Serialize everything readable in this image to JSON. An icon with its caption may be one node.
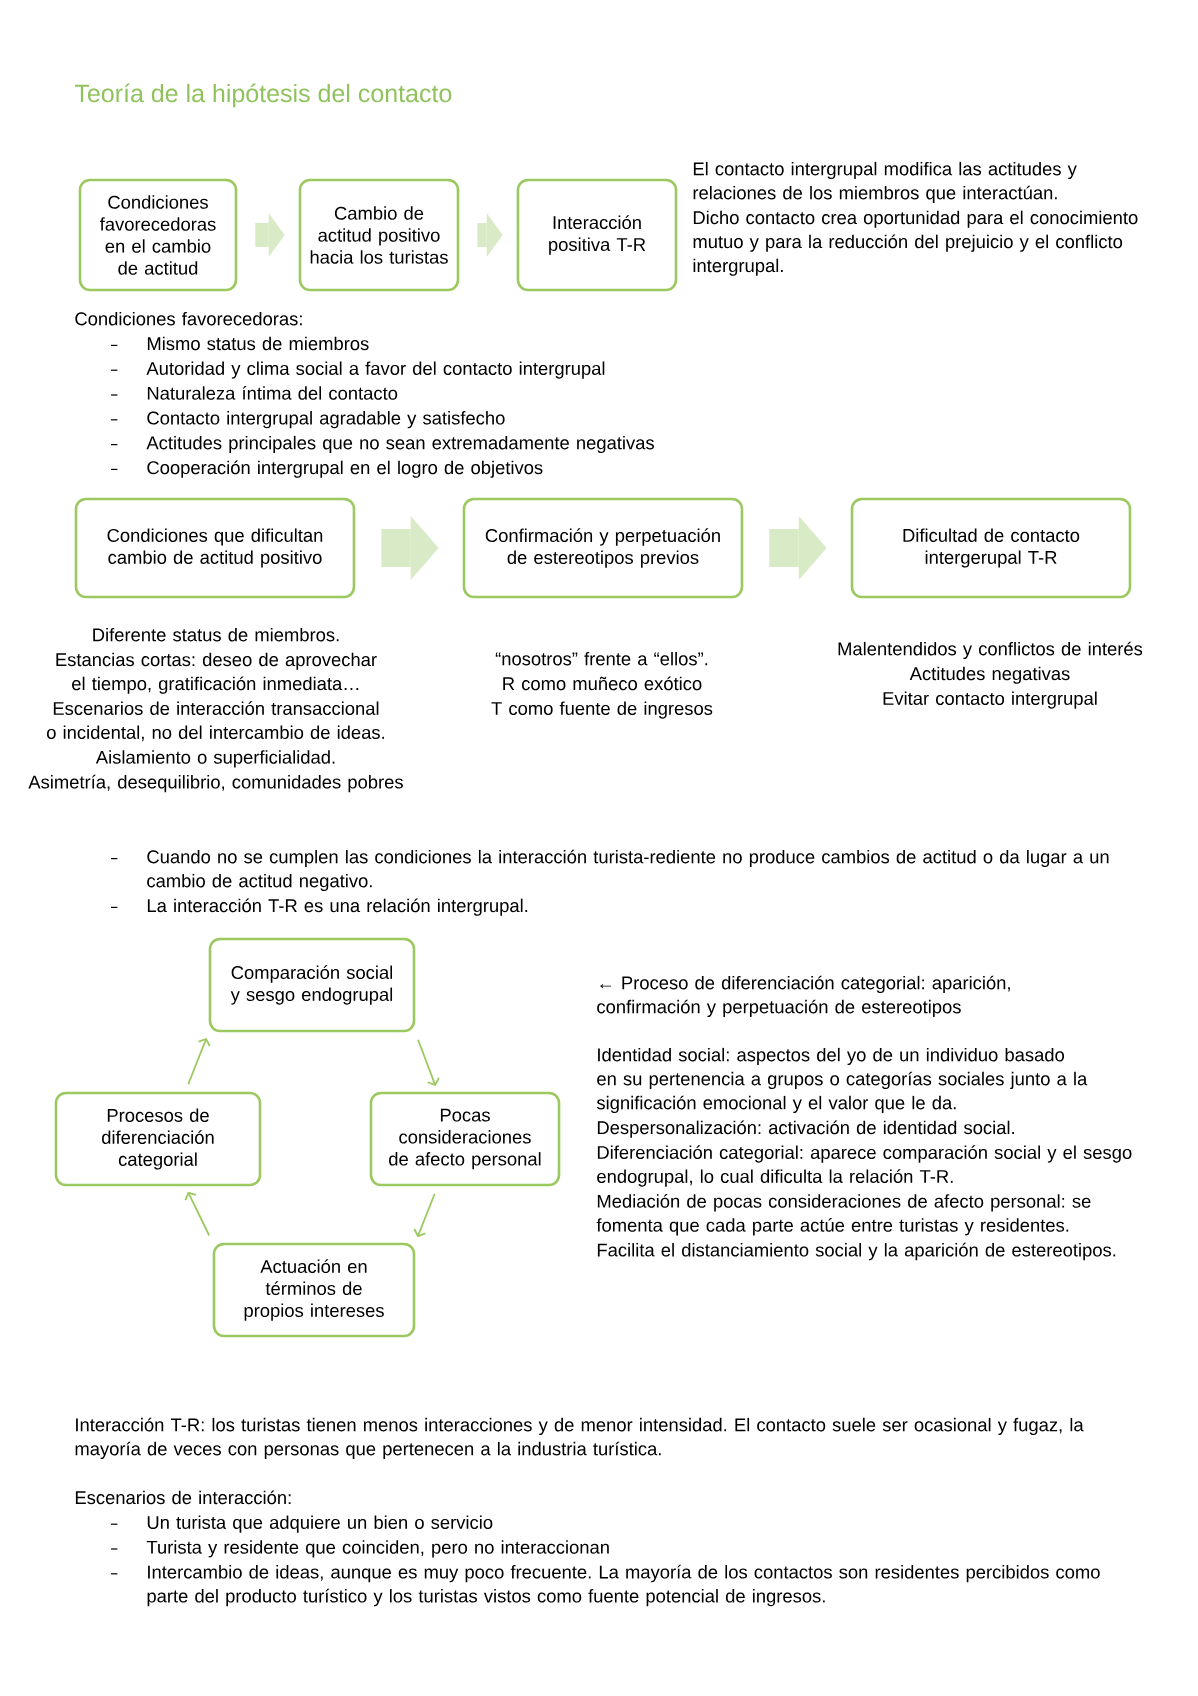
{
  "diagram": {
    "title": "Teoría de la hipótesis del contacto",
    "nodes": [
      {
        "text": [
          "Condiciones favorecedoras en el cambio de actitud"
        ]
      },
      {
        "text": [
          "Cambio de actitud positivo hacia los turistas"
        ]
      },
      {
        "text": [
          "Interacción positiva T-R"
        ]
      },
      {
        "text": [
          "Condiciones que dificultan cambio de actitud positivo"
        ],
        "beside": [
          "Diferente status de miembros.",
          "Estancias cortas: deseo de aprovechar el tiempo, gratificación inmediata…",
          "Escenarios de interacción transaccional o incidental, no del intercambio de ideas.",
          "Aislamiento o superficialidad.",
          "Asimetría, desequilibrio, comunidades pobres"
        ]
      },
      {
        "text": [
          "Confirmación y perpetuación de estereotipos previos"
        ],
        "beside": [
          "“nosotros” frente a “ellos”.",
          "R como muñeco exótico",
          "T como fuente de ingresos"
        ]
      },
      {
        "text": [
          "Dificultad de contacto intergerupal T-R"
        ],
        "beside": [
          "Malentendidos y conflictos de interés",
          "Actitudes negativas",
          "Evitar contacto intergrupal"
        ]
      },
      {
        "text": [
          "Comparación social y sesgo endogrupal"
        ]
      },
      {
        "text": [
          "Pocas consideraciones de afecto personal"
        ]
      },
      {
        "text": [
          "Actuación en términos de propios intereses"
        ]
      },
      {
        "text": [
          "Procesos de diferenciación categorial"
        ]
      }
    ],
    "edges": [
      {
        "from": 0,
        "to": 1,
        "arrow": "to",
        "style": "thick",
        "color": "#d9eac6"
      },
      {
        "from": 1,
        "to": 2,
        "arrow": "to",
        "style": "thick",
        "color": "#d9eac6"
      },
      {
        "from": 3,
        "to": 4,
        "arrow": "to",
        "style": "thick",
        "color": "#d9eac6"
      },
      {
        "from": 4,
        "to": 5,
        "arrow": "to",
        "style": "thick",
        "color": "#d9eac6"
      },
      {
        "from": 6,
        "to": 7,
        "arrow": "to",
        "color": "#9bc95f"
      },
      {
        "from": 7,
        "to": 8,
        "arrow": "to",
        "color": "#9bc95f"
      },
      {
        "from": 8,
        "to": 9,
        "arrow": "to",
        "color": "#9bc95f"
      },
      {
        "from": 9,
        "to": 6,
        "arrow": "to",
        "color": "#9bc95f"
      }
    ],
    "labels": [
      "El contacto intergrupal modifica las actitudes y relaciones de los miembros que interactúan.",
      "Dicho contacto crea oportunidad para el conocimiento mutuo y para la reducción del prejuicio y el conflicto intergrupal.",
      "Condiciones favorecedoras:",
      "Mismo status de miembros",
      "Autoridad y clima social a favor del contacto intergrupal",
      "Naturaleza íntima del contacto",
      "Contacto intergrupal agradable y satisfecho",
      "Actitudes principales que no sean extremadamente negativas",
      "Cooperación intergrupal en el logro de objetivos",
      "Cuando no se cumplen las condiciones la interacción turista-rediente no produce cambios de actitud o da lugar a un cambio de actitud negativo.",
      "La interacción T-R es una relación intergrupal.",
      "← Proceso de diferenciación categorial: aparición, confirmación y perpetuación de estereotipos",
      "Identidad social: aspectos del yo de un individuo basado en su pertenencia a grupos o categorías sociales junto a la significación emocional y el valor que le da.",
      "Despersonalización: activación de identidad social.",
      "Diferenciación categorial: aparece comparación social y el sesgo endogrupal, lo cual dificulta la relación T-R.",
      "Mediación de pocas consideraciones de afecto personal: se fomenta que cada parte actúe entre turistas y residentes.",
      "Facilita el distanciamiento social y la aparición de estereotipos.",
      "Interacción T-R: los turistas tienen menos interacciones y de menor intensidad. El contacto suele ser ocasional y fugaz, la mayoría de veces con personas que pertenecen a la industria turística.",
      "Escenarios de interacción:",
      "Un turista que adquiere un bien o servicio",
      "Turista y residente que coinciden, pero no interaccionan",
      "Intercambio de ideas, aunque es muy poco frecuente. La mayoría de los contactos son residentes percibidos como parte del producto turístico y los turistas vistos como fuente potencial de ingresos."
    ]
  }
}
